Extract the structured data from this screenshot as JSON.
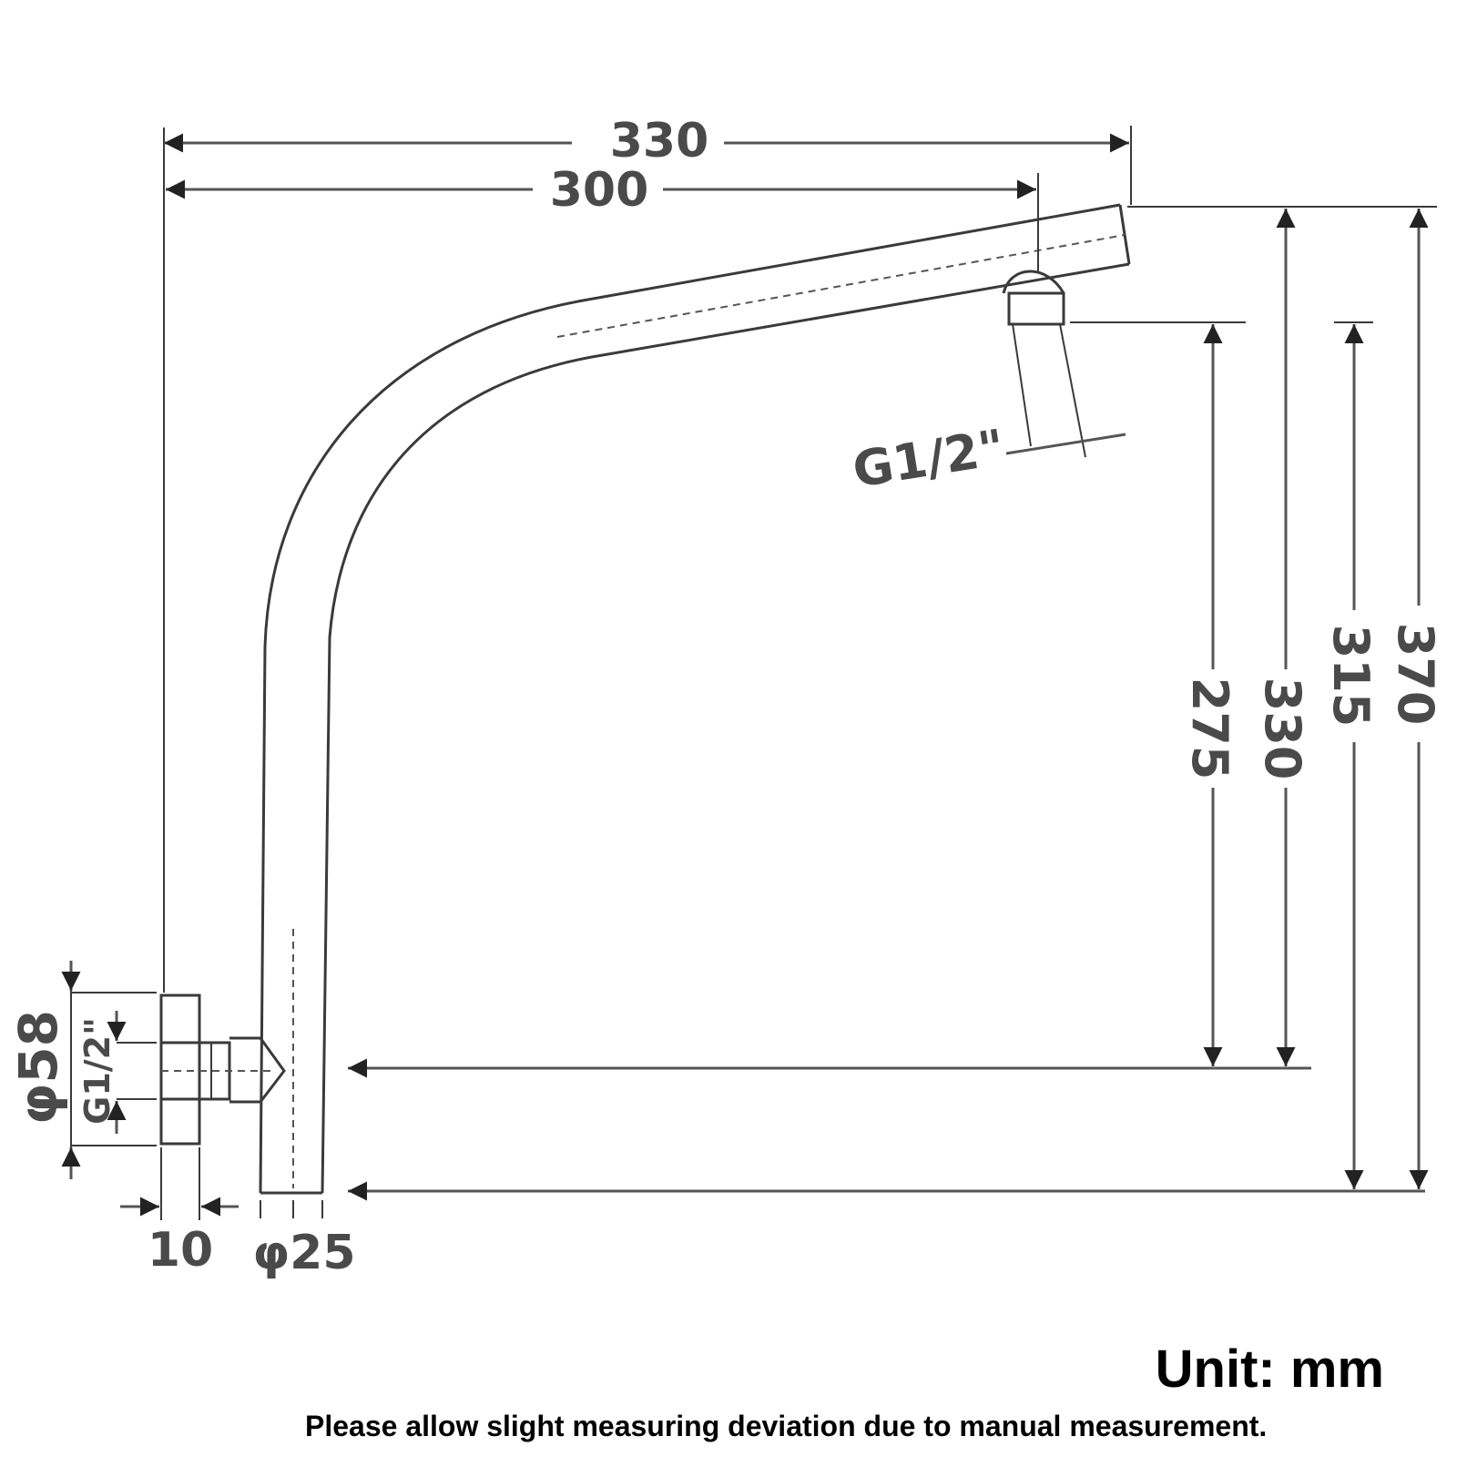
{
  "dimensions": {
    "overall_width": "330",
    "arm_reach": "300",
    "outlet_thread": "G1/2\"",
    "outlet_height": "275",
    "arm_height": "330",
    "outlet_total_height": "315",
    "overall_height": "370",
    "flange_diameter": "φ58",
    "inlet_thread": "G1/2\"",
    "flange_thickness": "10",
    "tube_diameter": "φ25"
  },
  "unit_label": "Unit: mm",
  "disclaimer": "Please allow slight measuring deviation due to manual measurement."
}
